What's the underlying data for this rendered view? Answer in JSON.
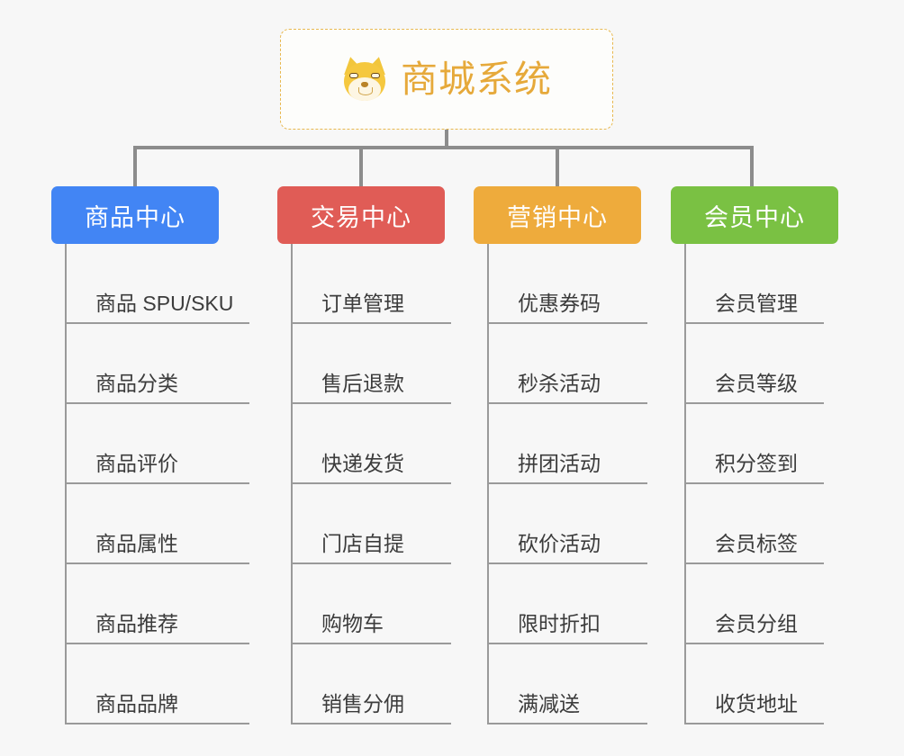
{
  "page": {
    "background_color": "#f7f7f7",
    "type": "mind-map"
  },
  "root": {
    "title": "商城系统",
    "icon": "dog-face-icon",
    "text_color": "#e6a93a",
    "border_color": "#e8b84f"
  },
  "connector": {
    "color": "#8c8c8c"
  },
  "columns": [
    {
      "label": "商品中心",
      "color": "#4285f4",
      "items": [
        "商品 SPU/SKU",
        "商品分类",
        "商品评价",
        "商品属性",
        "商品推荐",
        "商品品牌"
      ]
    },
    {
      "label": "交易中心",
      "color": "#e05c56",
      "items": [
        "订单管理",
        "售后退款",
        "快递发货",
        "门店自提",
        "购物车",
        "销售分佣"
      ]
    },
    {
      "label": "营销中心",
      "color": "#eeab3c",
      "items": [
        "优惠券码",
        "秒杀活动",
        "拼团活动",
        "砍价活动",
        "限时折扣",
        "满减送"
      ]
    },
    {
      "label": "会员中心",
      "color": "#7ac143",
      "items": [
        "会员管理",
        "会员等级",
        "积分签到",
        "会员标签",
        "会员分组",
        "收货地址"
      ]
    }
  ]
}
